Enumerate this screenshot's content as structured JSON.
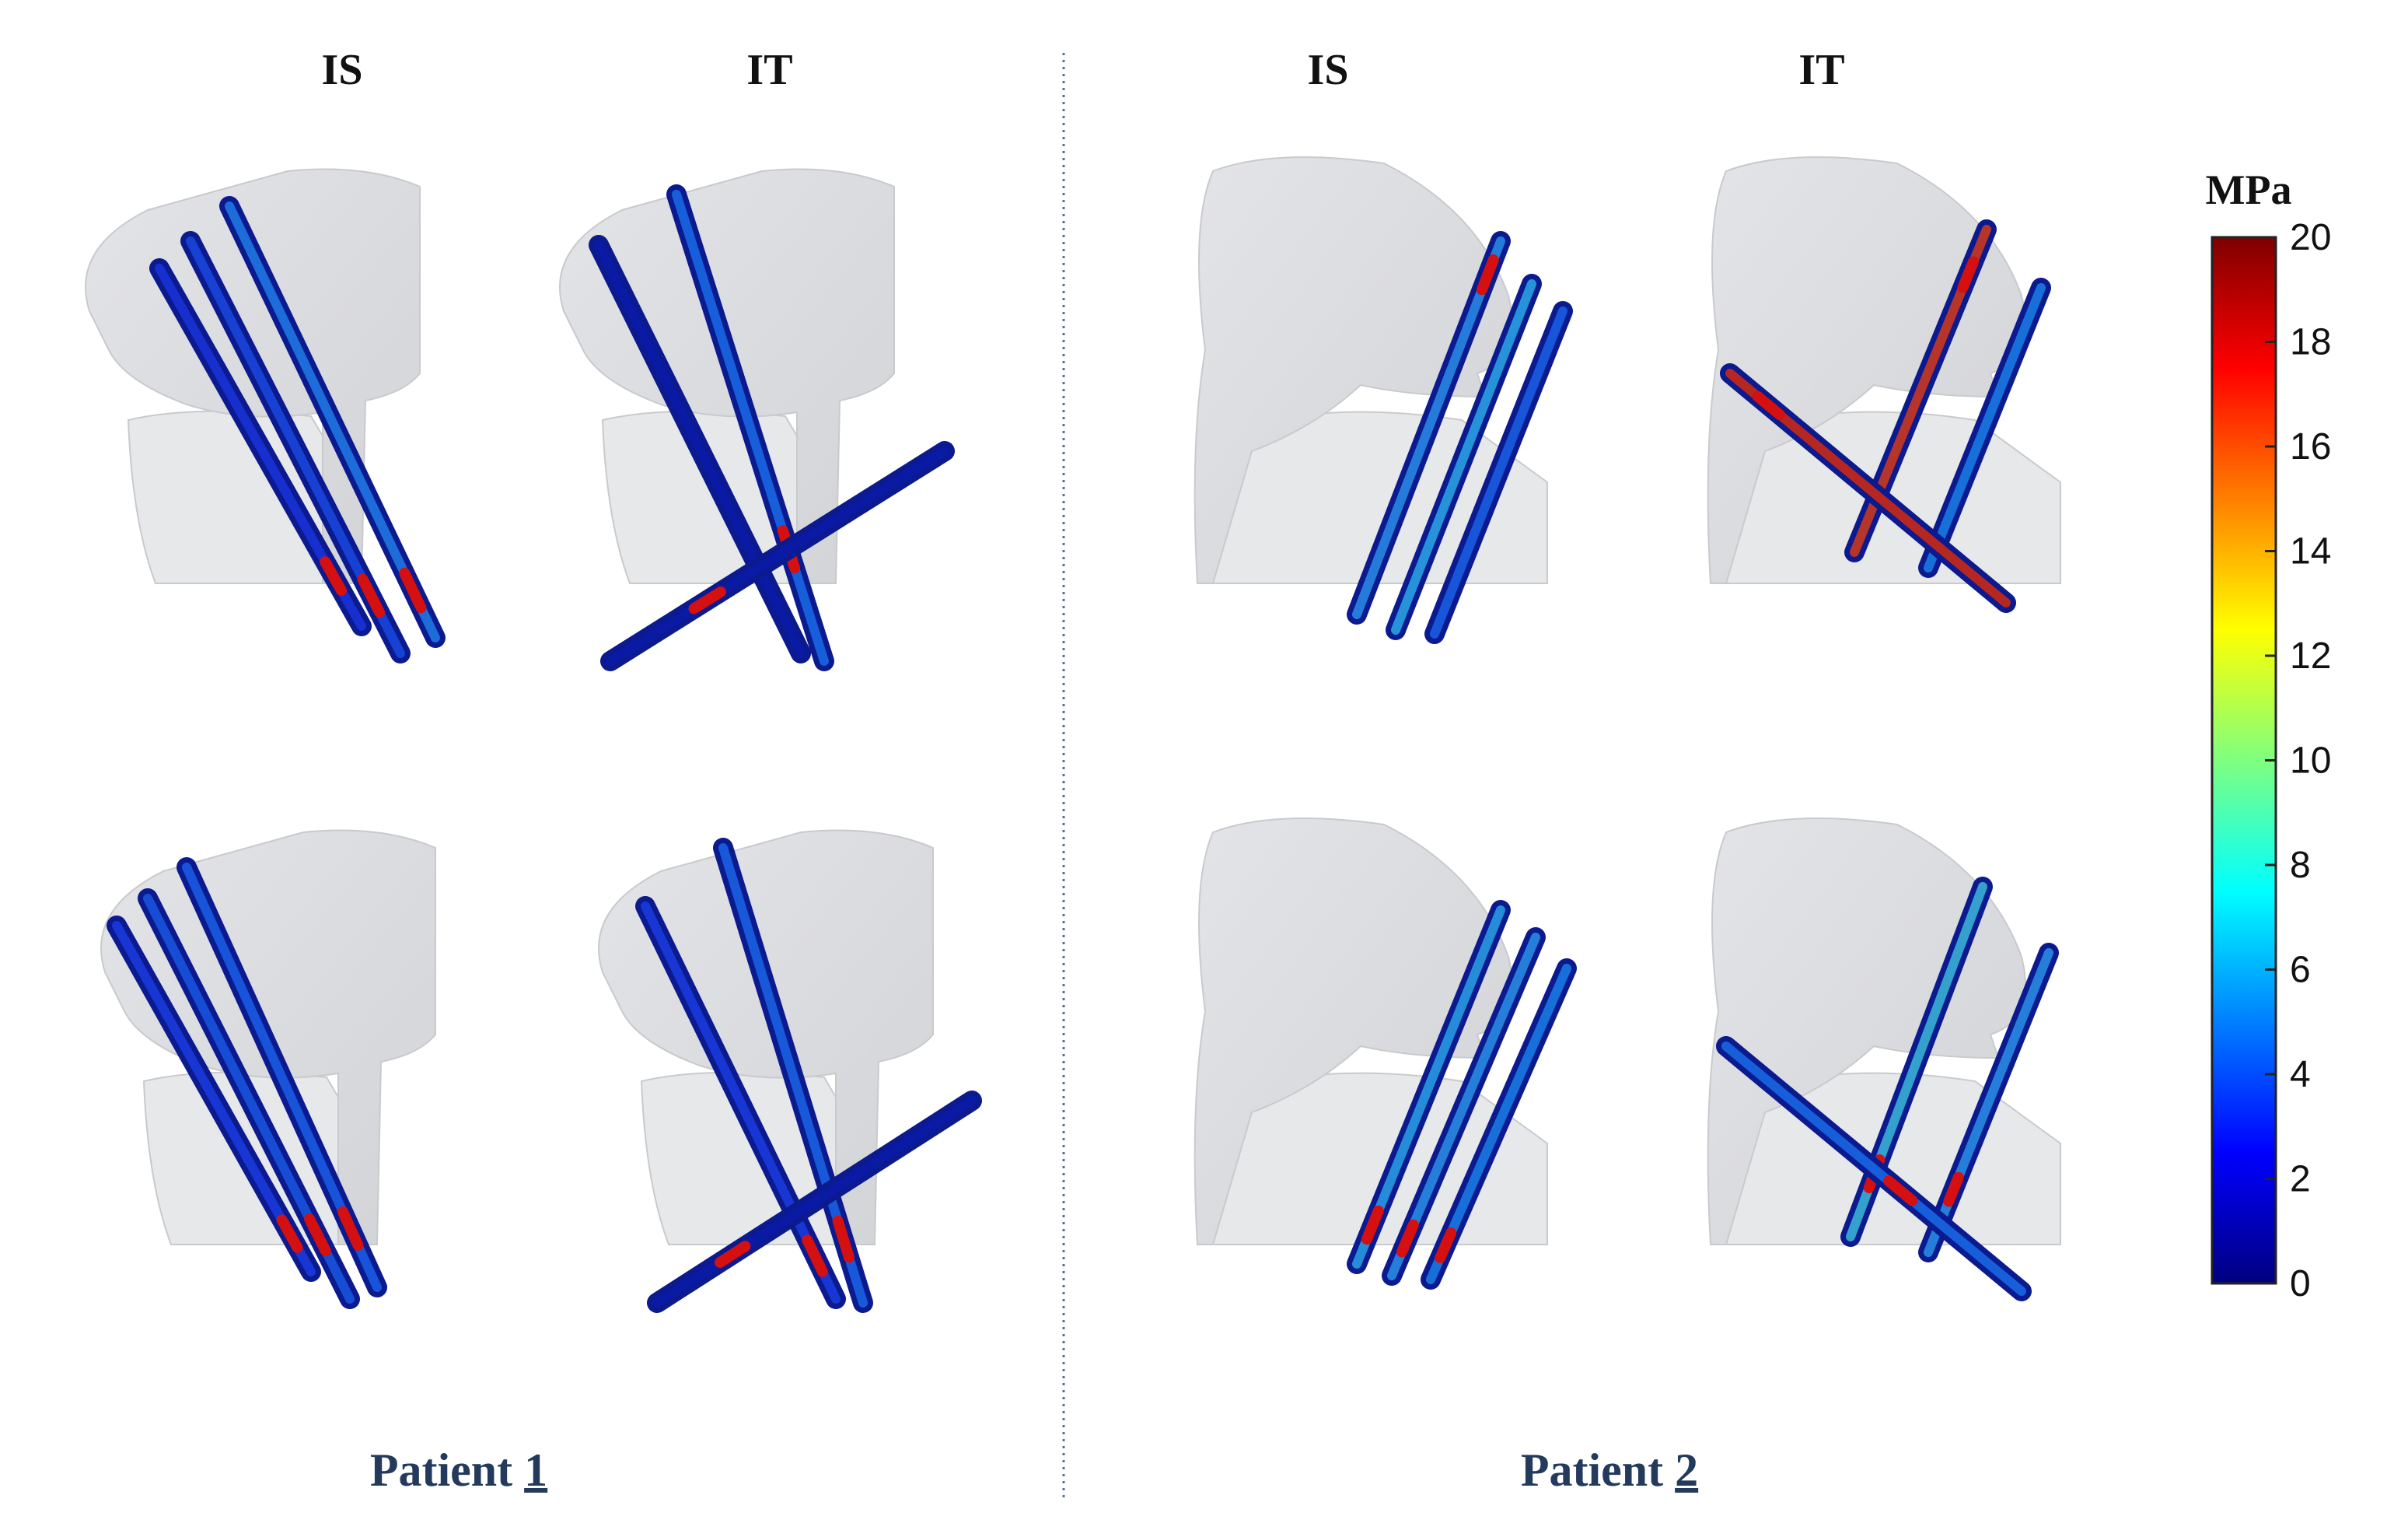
{
  "column_labels": {
    "p1_left": "IS",
    "p1_right": "IT",
    "p2_left": "IS",
    "p2_right": "IT"
  },
  "patients": {
    "p1_prefix": "Patient ",
    "p1_number": "1",
    "p2_prefix": "Patient ",
    "p2_number": "2"
  },
  "colorbar": {
    "unit": "MPa",
    "ticks": [
      "20",
      "18",
      "16",
      "14",
      "12",
      "10",
      "8",
      "6",
      "4",
      "2",
      "0"
    ],
    "range": [
      0,
      20
    ],
    "colormap": [
      "#00007f",
      "#0000ff",
      "#007fff",
      "#00ffff",
      "#7fff7f",
      "#ffff00",
      "#ff7f00",
      "#ff0000",
      "#7f0000"
    ]
  },
  "colors": {
    "bone": "#dcdde0",
    "bone_edge": "#c9cacd",
    "divider": "#5a6f96",
    "patient_text": "#233a5c"
  }
}
